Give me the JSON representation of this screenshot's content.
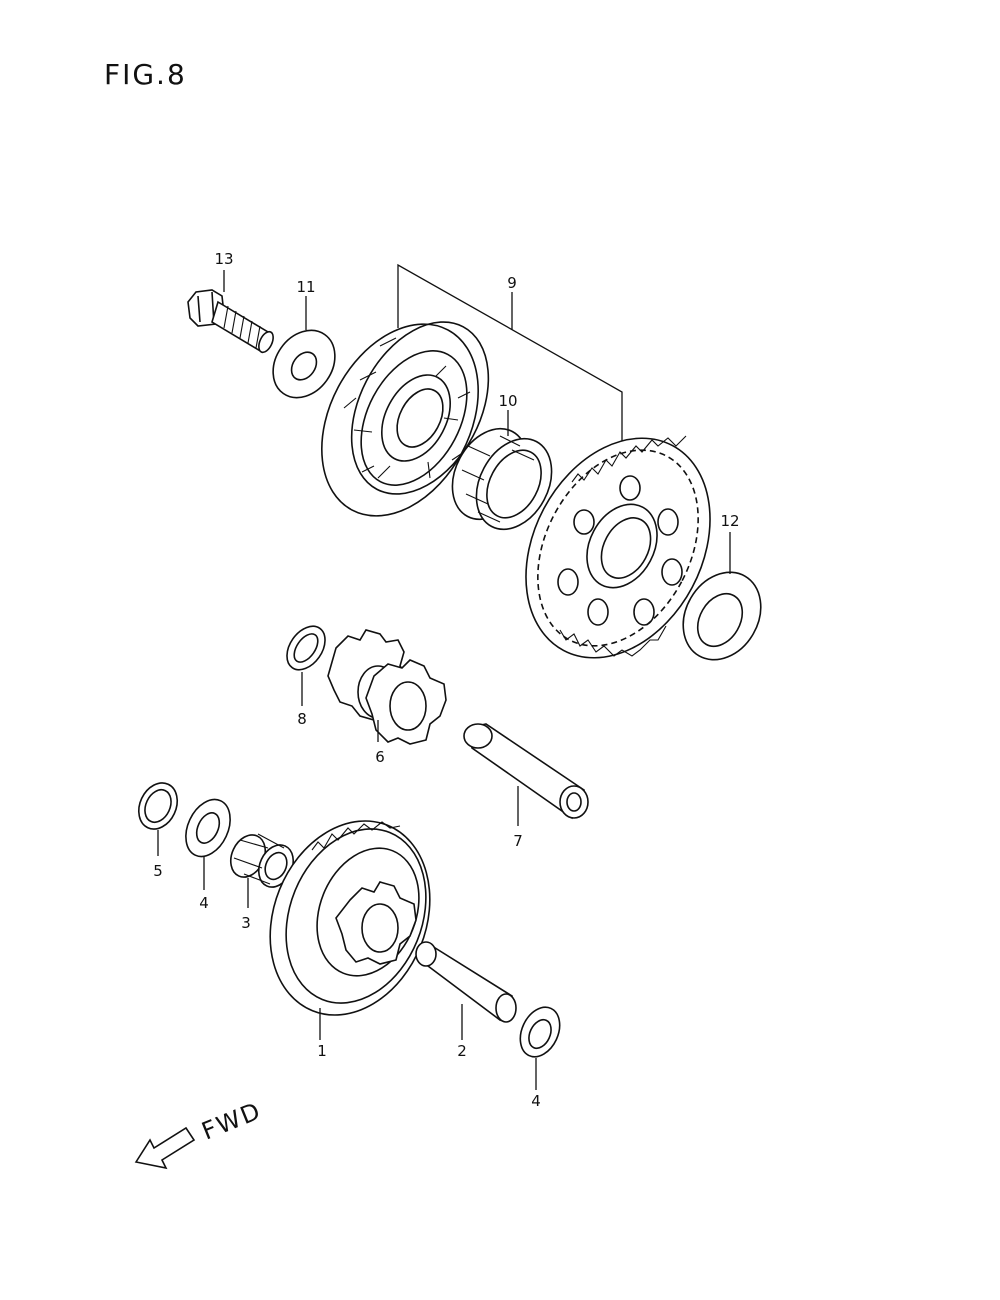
{
  "figure": {
    "title": "FIG.8",
    "direction_label": "FWD"
  },
  "callouts": [
    {
      "id": "c13",
      "label": "13"
    },
    {
      "id": "c11",
      "label": "11"
    },
    {
      "id": "c9",
      "label": "9"
    },
    {
      "id": "c10",
      "label": "10"
    },
    {
      "id": "c12",
      "label": "12"
    },
    {
      "id": "c8",
      "label": "8"
    },
    {
      "id": "c6",
      "label": "6"
    },
    {
      "id": "c7",
      "label": "7"
    },
    {
      "id": "c5",
      "label": "5"
    },
    {
      "id": "c4a",
      "label": "4"
    },
    {
      "id": "c3",
      "label": "3"
    },
    {
      "id": "c1",
      "label": "1"
    },
    {
      "id": "c2",
      "label": "2"
    },
    {
      "id": "c4b",
      "label": "4"
    }
  ]
}
